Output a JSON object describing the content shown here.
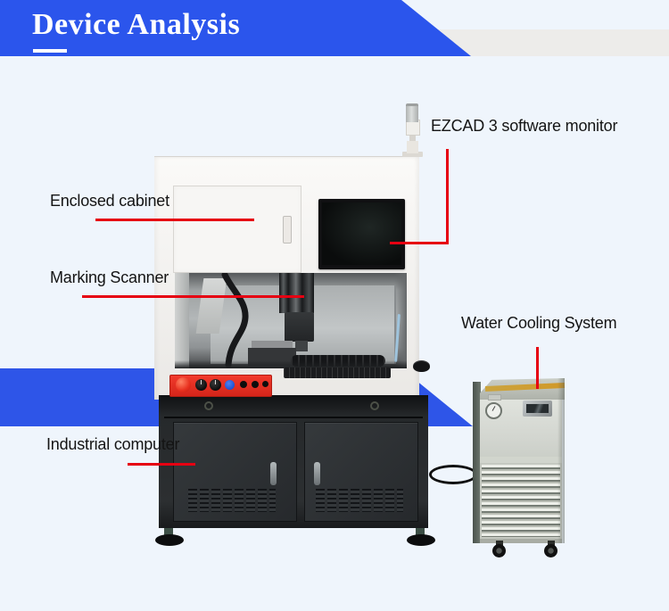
{
  "header": {
    "title": "Device Analysis"
  },
  "labels": {
    "ezcad_monitor": "EZCAD 3 software monitor",
    "enclosed_cabinet": "Enclosed cabinet",
    "marking_scanner": "Marking Scanner",
    "water_cooling": "Water Cooling System",
    "industrial_computer": "Industrial computer"
  },
  "colors": {
    "accent_blue": "#2b55ec",
    "annotation_red": "#e60012",
    "background": "#eff5fc",
    "header_text": "#ffffff",
    "label_text": "#141414"
  }
}
